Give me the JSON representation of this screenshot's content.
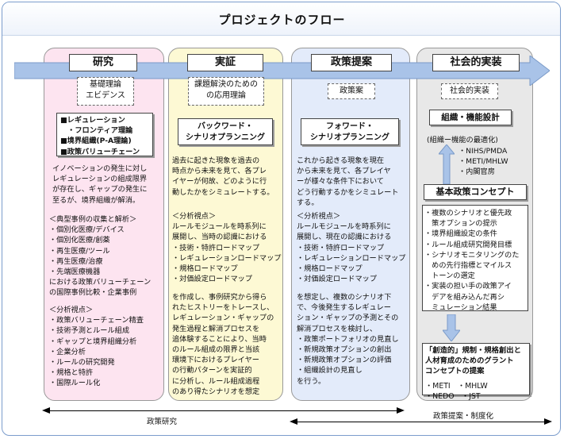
{
  "title": "プロジェクトのフロー",
  "columns": {
    "research": {
      "label": "研究",
      "theory": "基礎理論\nエビデンス",
      "items": "■レギュレーション\n　・フロンティア理論\n■境界組織(P-A理論)\n■政策バリューチェーン",
      "summary": "イノベーションの発生に対し\nレギュレーションの組成限界\nが存在し、ギャップの発生に\n至るが、境界組織が解消。",
      "cases": "＜典型事例の収集と解析＞\n・個別化医療/デバイス\n・個別化医療/創薬\n・再生医療/ツール\n・再生医療/治療\n・先端医療機器\nにおける政策バリューチェーン\nの国際事例比較・企業事例",
      "analysis": "＜分析視点＞\n・政策バリューチェーン精査\n・技術予測とルール組成\n・ギャップと境界組織分析\n・企業分析\n・ルールの研究開発\n・規格と特許\n・国際ルール化"
    },
    "demonstration": {
      "label": "実証",
      "purpose": "課題解決のための\nの応用理論",
      "method": "バックワード・\nシナリオプランニング",
      "desc": "過去に起きた現象を過去の\n時点から未来を見て、各プレ\nイヤーが何故、どのように行\n動したかをシミュレートする。",
      "analysis": "＜分析視点＞\nルールモジュールを時系列に\n展開し、当時の認識における\n・技術・特許ロードマップ\n・レギュレーションロードマップ\n・規格ロードマップ\n・対価設定ロードマップ",
      "detail": "を作成し、事例研究から得ら\nれたヒストリーをトレースし、\nレギュレーション・ギャップの\n発生過程と解消プロセスを\n追体験することにより、当時\nのルール組成の限界と当該\n環境下におけるプレイヤー\nの行動パターンを実証的\nに分析し、ルール組成過程\nのあり得たシナリオを想定"
    },
    "policy": {
      "label": "政策提案",
      "proposal": "政策案",
      "method": "フォワード・\nシナリオプランニング",
      "desc": "これから起きる現象を現在\nから未来を見て、各プレイヤ\nーが様々な条件下において\nどう行動するかをシミュレート\nする。",
      "analysis": "＜分析視点＞\nルールモジュールを時系列に\n展開し、現在の認識における\n・技術・特許ロードマップ\n・レギュレーションロードマップ\n・規格ロードマップ\n・対価設定ロードマップ",
      "detail": "を想定し、複数のシナリオ下\nで、今後発生するレギュレー\nション・ギャップの予測とその\n解消プロセスを検討し、\n・政策ポートフォリオの見直し\n・新規政策オプションの創出\n・新規政策オプションの評価\n・組織設計の見直し\nを行う。"
    },
    "implementation": {
      "label": "社会的実装",
      "impl": "社会的実装",
      "org": "組織・機能設計",
      "opt": "(組織ー機能の最適化)",
      "agencies": "・NIHS/PMDA\n・METI/MHLW\n・内閣官房",
      "concept": "基本政策コンセプト",
      "concept_items": "・複数のシナリオと優先政\n　策オプションの提示\n・境界組織設定の条件\n・ルール組成研究開発目標\n・シナリオモニタリングのた\n　めの先行指標とマイルス\n　トーンの選定\n・実装の担い手の政策アイ\n　デアを組み込んだ再シ\n　ミュレーション結果",
      "grand": "「創造的」規制・規格創出と\n人材育成のためのグラント\nコンセプトの提案",
      "grand_agencies": "・METI　・MHLW\n・NEDO　・JST"
    }
  },
  "bottom": {
    "research_label": "政策研究",
    "policy_label": "政策提案・制度化"
  },
  "colors": {
    "research_bg": "#fde4f0",
    "demo_bg": "#fdf9d4",
    "policy_bg": "#e3ebfa",
    "impl_bg": "#e8e8e8",
    "arrow": "#a9c3e8"
  }
}
